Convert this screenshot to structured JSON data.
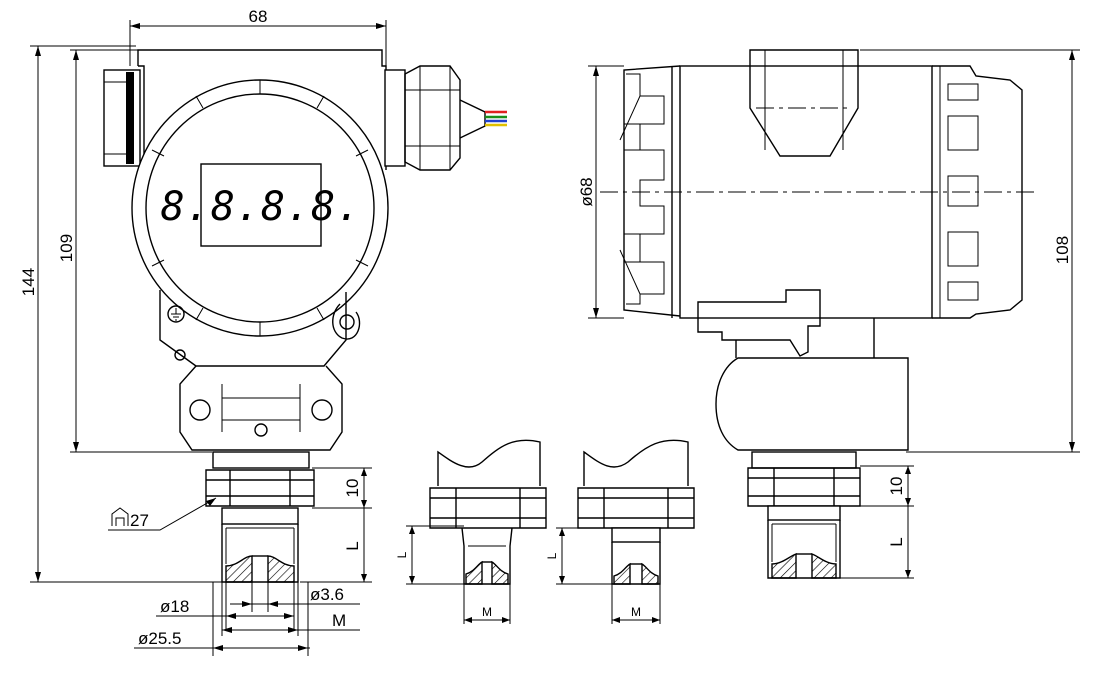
{
  "display": {
    "readout": "8.8.8.8."
  },
  "dimensions": {
    "housing_width": "68",
    "overall_height": "144",
    "housing_height": "109",
    "housing_diameter": "ø68",
    "side_height": "108",
    "fitting_height_left": "10",
    "fitting_height_right": "10",
    "thread_length_left": "L",
    "thread_length_mid1": "L",
    "thread_length_mid2": "L",
    "thread_length_right": "L",
    "hex_size": "27",
    "bore_diameter": "ø3.6",
    "shank_diameter": "ø18",
    "thread_left": "M",
    "thread_mid1": "M",
    "thread_mid2": "M",
    "flange_diameter": "ø25.5"
  },
  "colors": {
    "wire_1": "#e02020",
    "wire_2": "#1a8f1a",
    "wire_3": "#2040d0",
    "wire_4": "#e0c000",
    "line": "#000000"
  },
  "icons": {
    "hex_wrench": "hex-wrench-icon",
    "ground": "ground-symbol-icon"
  }
}
